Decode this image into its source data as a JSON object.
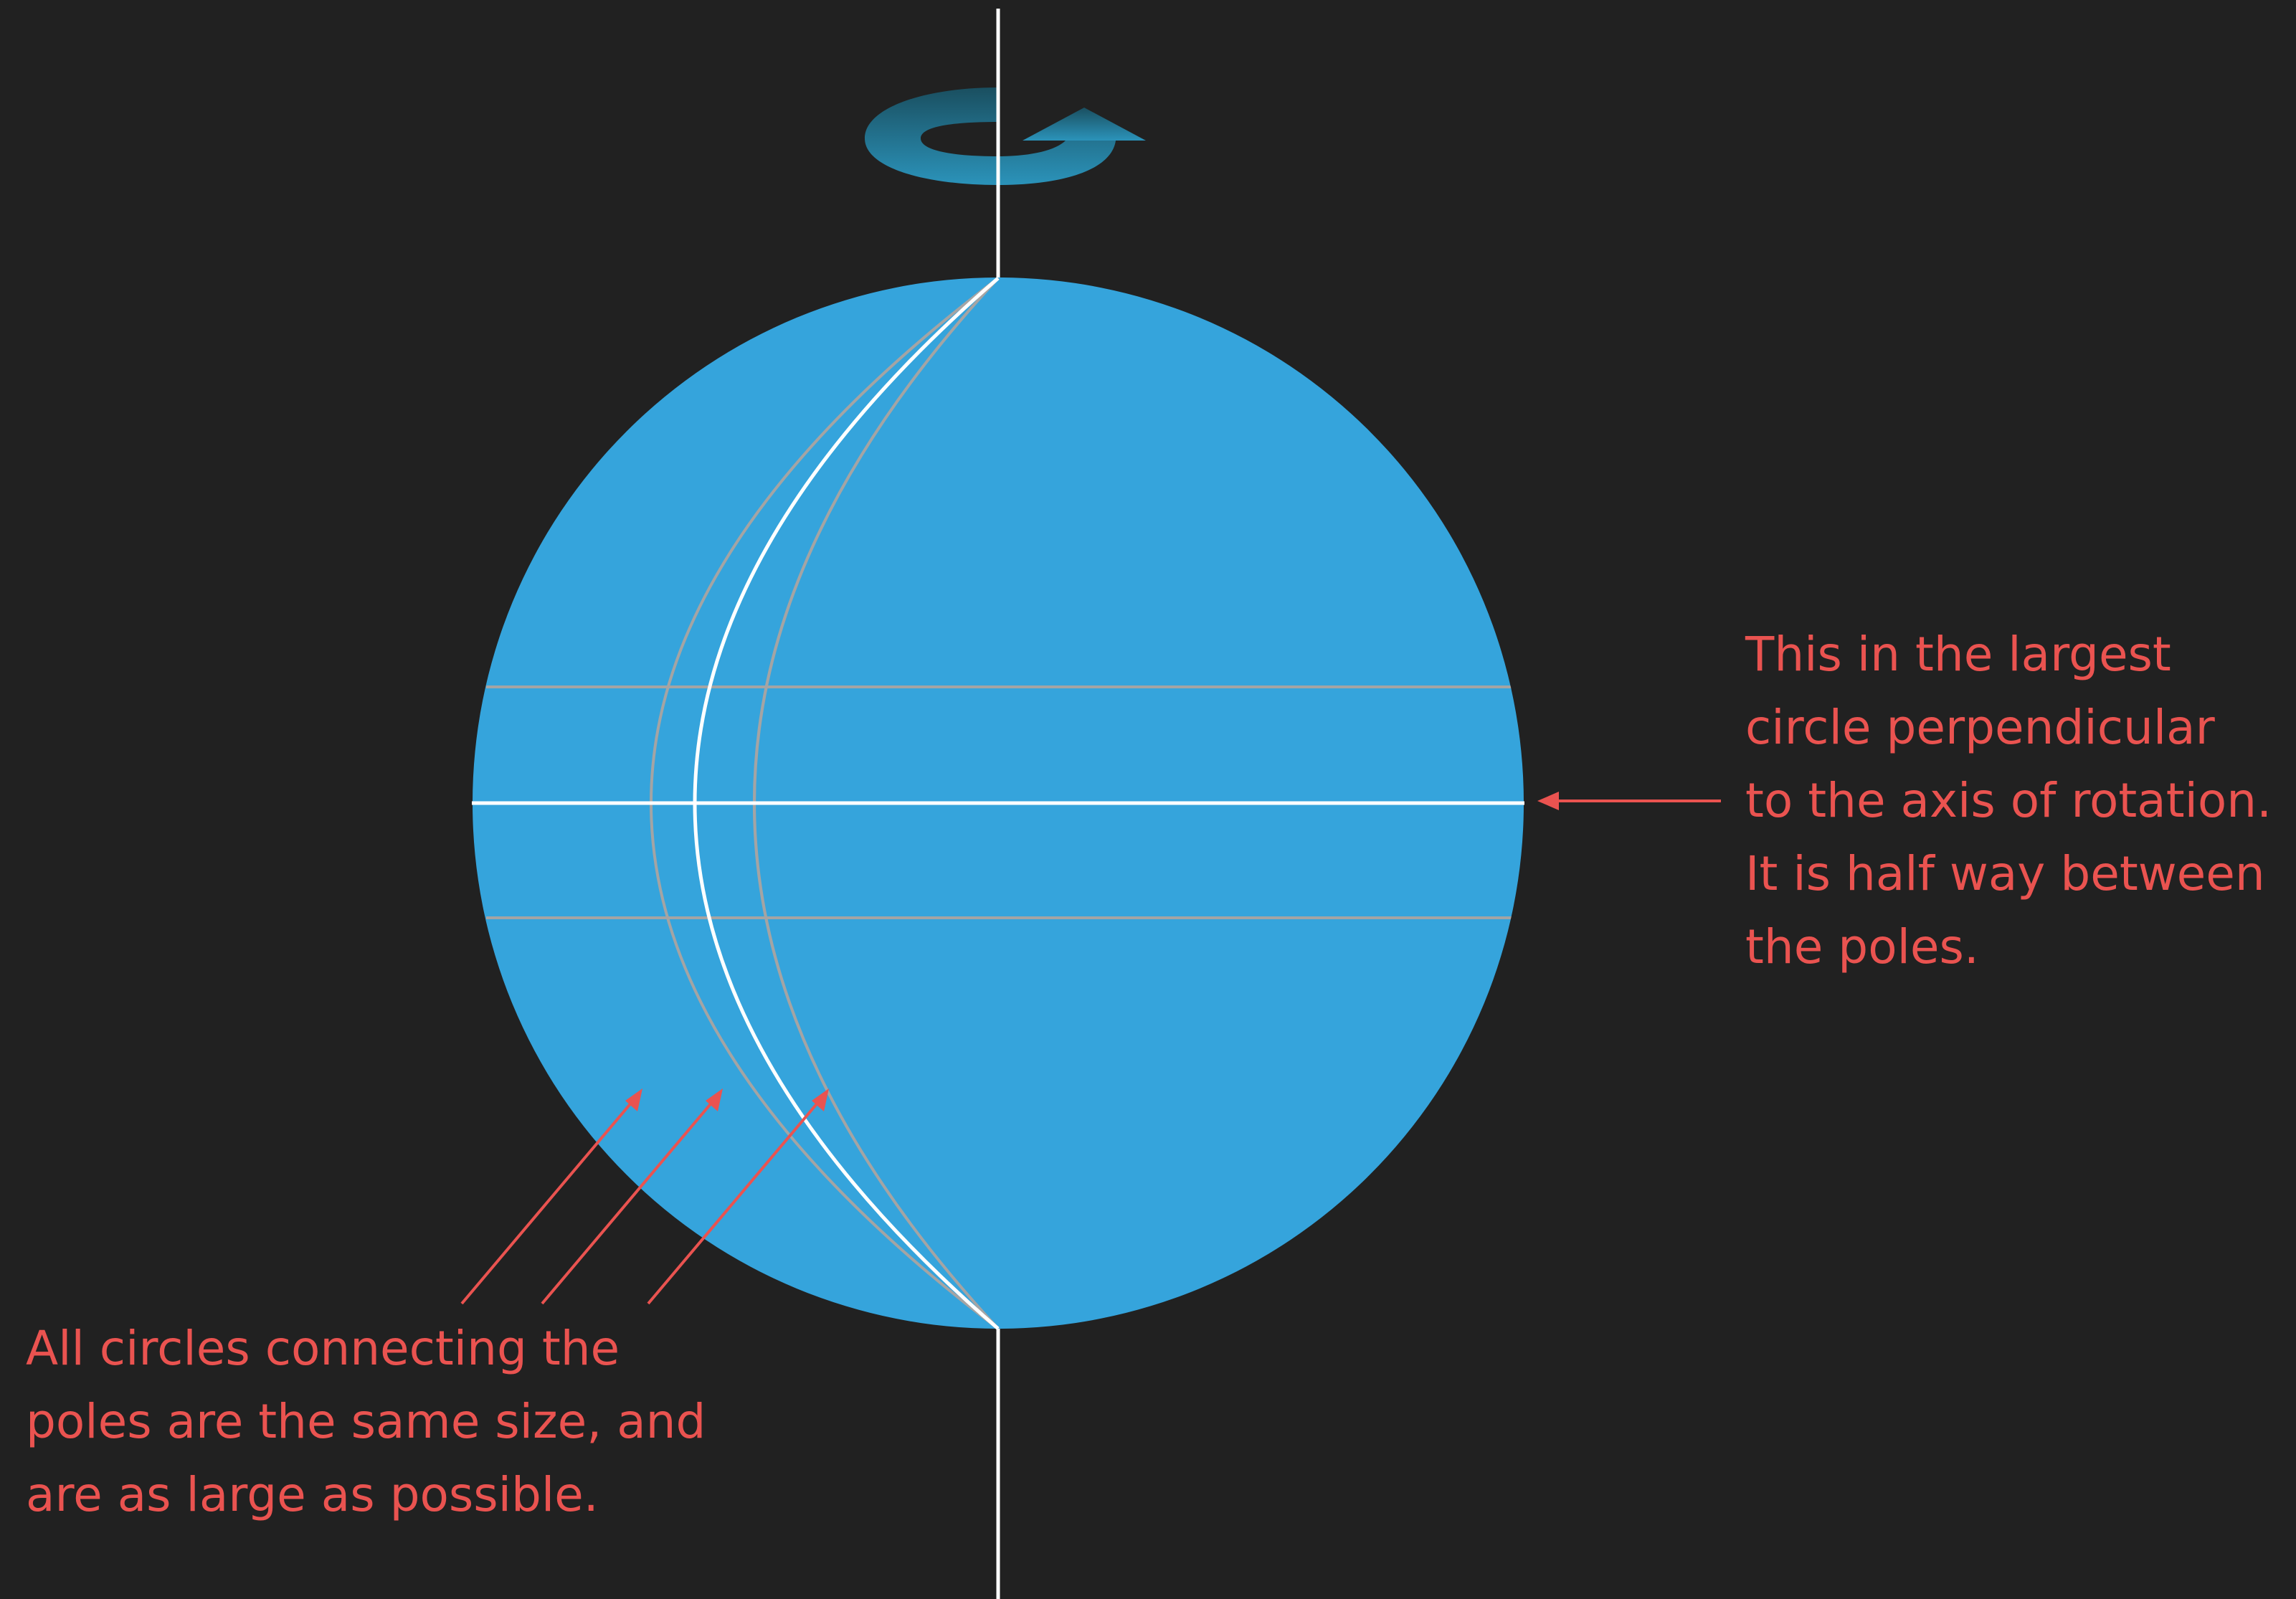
{
  "annotations": {
    "equator_note": {
      "lines": [
        "This in the largest",
        "circle perpendicular",
        "to the axis of rotation.",
        "It is half way between",
        "the poles."
      ]
    },
    "meridian_note": {
      "lines": [
        "All circles connecting the",
        "poles are the same size, and",
        "are as large as possible."
      ]
    }
  },
  "colors": {
    "background": "#212121",
    "sphere": "#35a4dc",
    "highlight_line": "#ffffff",
    "minor_line": "#a4a4a4",
    "annotation": "#ea5350",
    "rotation_arrow_top": "#1a4f60",
    "rotation_arrow_bottom": "#2b93ba"
  },
  "icons": {
    "rotation": "rotation-arrow-icon"
  }
}
